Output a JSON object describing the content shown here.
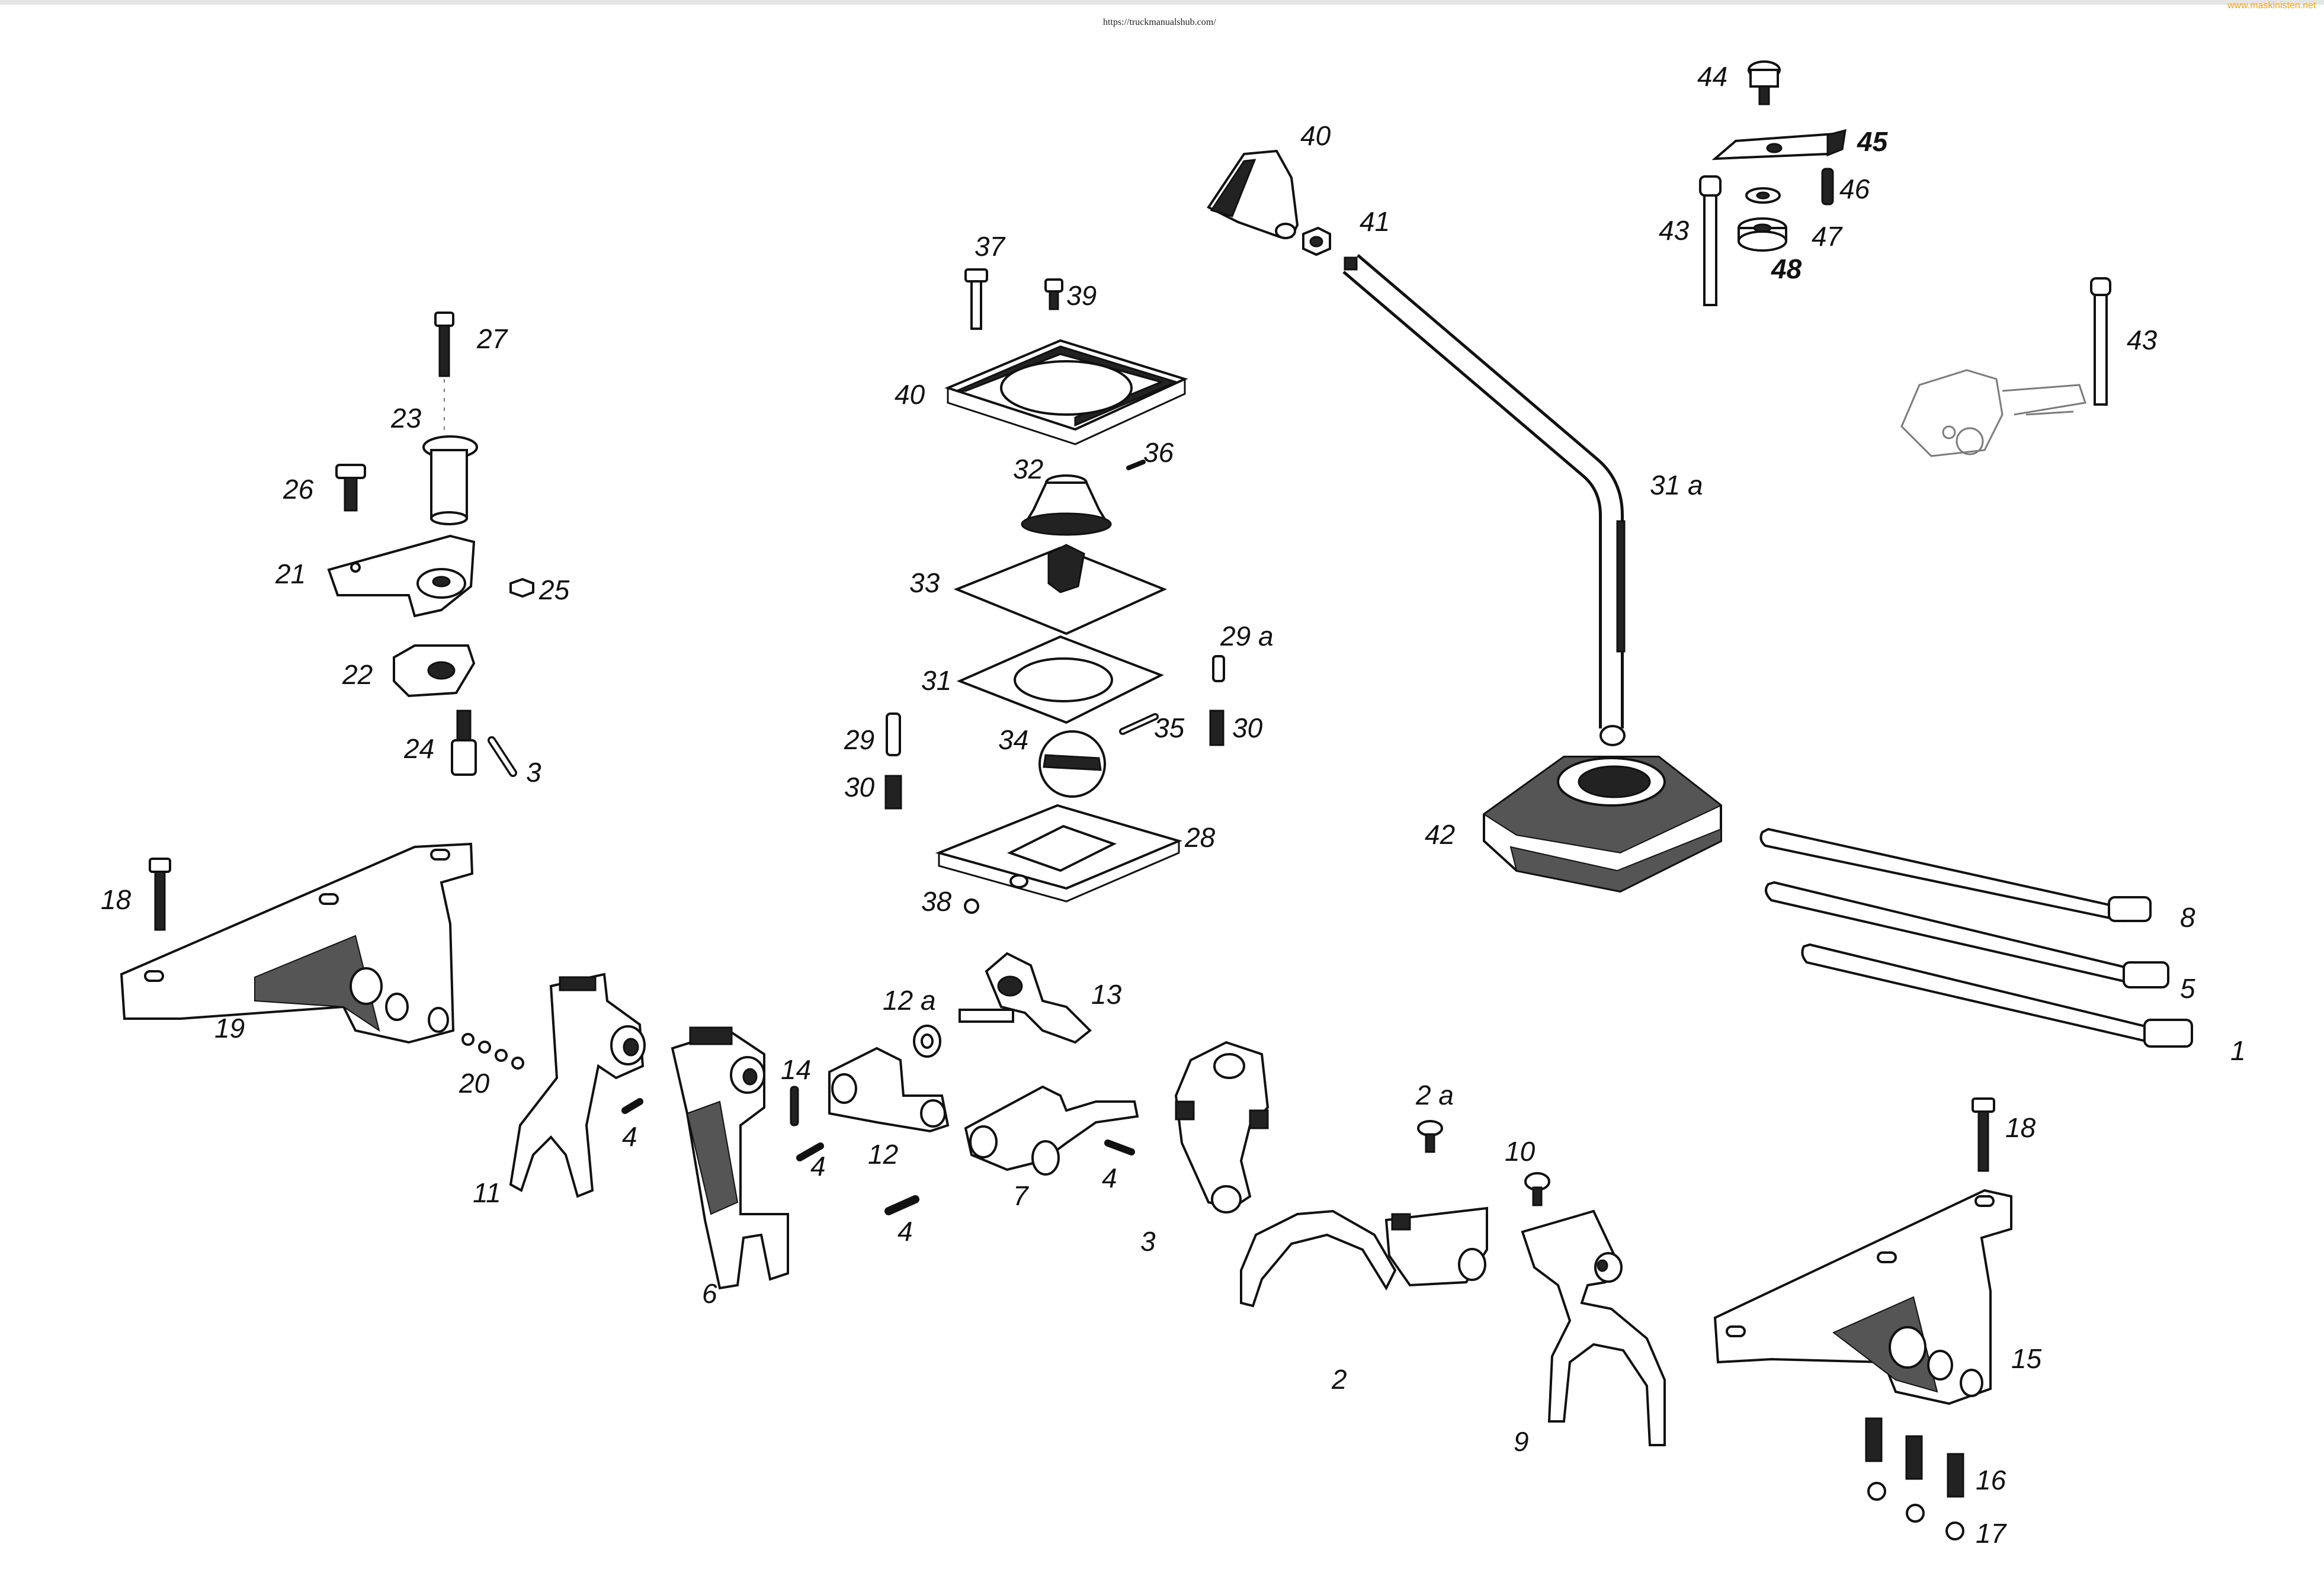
{
  "header": {
    "url": "https://truckmanualshub.com/",
    "watermark": "www.maskinisten.net"
  },
  "labels": {
    "p1": "1",
    "p2": "2",
    "p2a": "2 a",
    "p3a": "3",
    "p3b": "3",
    "p4a": "4",
    "p4b": "4",
    "p4c": "4",
    "p4d": "4",
    "p5": "5",
    "p6": "6",
    "p7": "7",
    "p8": "8",
    "p9": "9",
    "p10": "10",
    "p11": "11",
    "p12": "12",
    "p12a": "12 a",
    "p13": "13",
    "p14": "14",
    "p15": "15",
    "p16": "16",
    "p17": "17",
    "p18a": "18",
    "p18b": "18",
    "p19": "19",
    "p20": "20",
    "p21": "21",
    "p22": "22",
    "p23": "23",
    "p24": "24",
    "p25": "25",
    "p26": "26",
    "p27": "27",
    "p28": "28",
    "p29": "29",
    "p29a": "29 a",
    "p30a": "30",
    "p30b": "30",
    "p31": "31",
    "p31a": "31 a",
    "p32": "32",
    "p33": "33",
    "p34": "34",
    "p35": "35",
    "p36": "36",
    "p37": "37",
    "p38": "38",
    "p39": "39",
    "p40a": "40",
    "p40b": "40",
    "p41": "41",
    "p42": "42",
    "p43a": "43",
    "p43b": "43",
    "p44": "44",
    "p45": "45",
    "p46": "46",
    "p47": "47",
    "p48": "48"
  }
}
